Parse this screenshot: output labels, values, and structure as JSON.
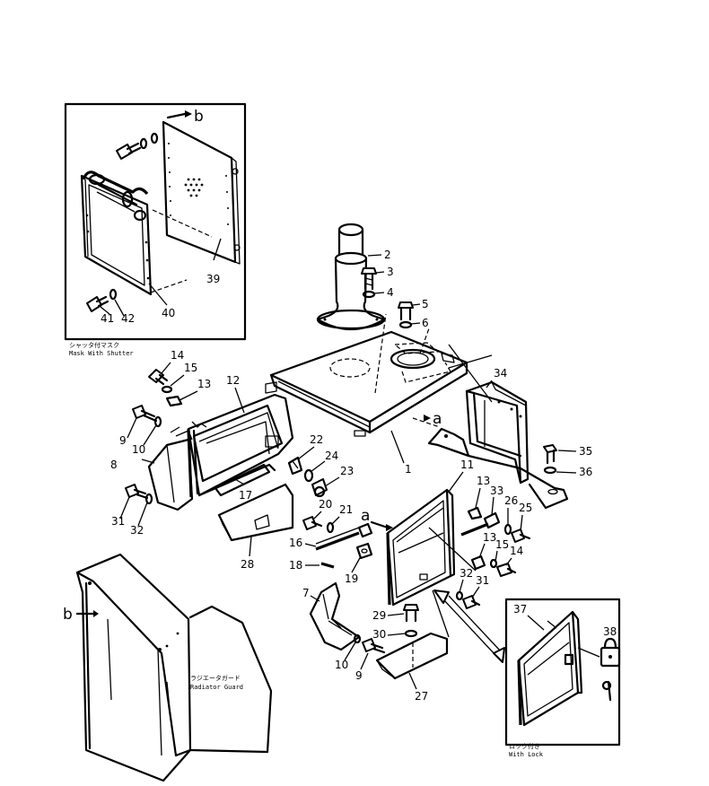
{
  "callouts": [
    {
      "id": "c2",
      "text": "2"
    },
    {
      "id": "c3",
      "text": "3"
    },
    {
      "id": "c4",
      "text": "4"
    },
    {
      "id": "c5",
      "text": "5"
    },
    {
      "id": "c6",
      "text": "6"
    },
    {
      "id": "c1",
      "text": "1"
    },
    {
      "id": "c34",
      "text": "34"
    },
    {
      "id": "c35",
      "text": "35"
    },
    {
      "id": "c36",
      "text": "36"
    },
    {
      "id": "c14a",
      "text": "14"
    },
    {
      "id": "c15a",
      "text": "15"
    },
    {
      "id": "c13a",
      "text": "13"
    },
    {
      "id": "c12",
      "text": "12"
    },
    {
      "id": "c9a",
      "text": "9"
    },
    {
      "id": "c10a",
      "text": "10"
    },
    {
      "id": "c8",
      "text": "8"
    },
    {
      "id": "c22",
      "text": "22"
    },
    {
      "id": "c24",
      "text": "24"
    },
    {
      "id": "c23",
      "text": "23"
    },
    {
      "id": "c17",
      "text": "17"
    },
    {
      "id": "c20",
      "text": "20"
    },
    {
      "id": "c31a",
      "text": "31"
    },
    {
      "id": "c32a",
      "text": "32"
    },
    {
      "id": "c21",
      "text": "21"
    },
    {
      "id": "c16",
      "text": "16"
    },
    {
      "id": "c18",
      "text": "18"
    },
    {
      "id": "c19",
      "text": "19"
    },
    {
      "id": "c28",
      "text": "28"
    },
    {
      "id": "c11",
      "text": "11"
    },
    {
      "id": "c13b",
      "text": "13"
    },
    {
      "id": "c33",
      "text": "33"
    },
    {
      "id": "c26",
      "text": "26"
    },
    {
      "id": "c25",
      "text": "25"
    },
    {
      "id": "c13c",
      "text": "13"
    },
    {
      "id": "c15b",
      "text": "15"
    },
    {
      "id": "c14b",
      "text": "14"
    },
    {
      "id": "c32b",
      "text": "32"
    },
    {
      "id": "c31b",
      "text": "31"
    },
    {
      "id": "c7",
      "text": "7"
    },
    {
      "id": "c29",
      "text": "29"
    },
    {
      "id": "c30",
      "text": "30"
    },
    {
      "id": "c10b",
      "text": "10"
    },
    {
      "id": "c9b",
      "text": "9"
    },
    {
      "id": "c27",
      "text": "27"
    },
    {
      "id": "c37",
      "text": "37"
    },
    {
      "id": "c38",
      "text": "38"
    },
    {
      "id": "c39",
      "text": "39"
    },
    {
      "id": "c41",
      "text": "41"
    },
    {
      "id": "c42",
      "text": "42"
    },
    {
      "id": "c40",
      "text": "40"
    }
  ],
  "refs": [
    {
      "id": "ref_b_top",
      "text": "b"
    },
    {
      "id": "ref_b_left",
      "text": "b"
    },
    {
      "id": "ref_a_right",
      "text": "a"
    },
    {
      "id": "ref_a_mid",
      "text": "a"
    }
  ],
  "captions": {
    "shutter_jp": "シャッタ付マスク",
    "shutter_en": "Mask With Shutter",
    "guard_jp": "ラジエータガード",
    "guard_en": "Radiator Guard",
    "lock_jp": "ロック付き",
    "lock_en": "With Lock"
  }
}
